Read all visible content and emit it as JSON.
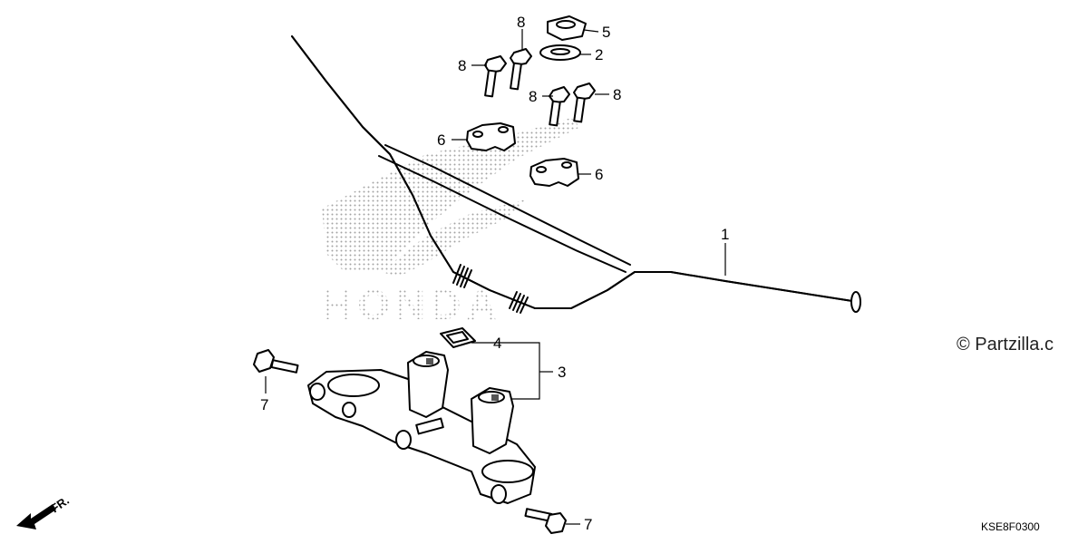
{
  "callouts": {
    "c1": "1",
    "c2": "2",
    "c3": "3",
    "c4": "4",
    "c5": "5",
    "c6a": "6",
    "c6b": "6",
    "c7a": "7",
    "c7b": "7",
    "c8a": "8",
    "c8b": "8",
    "c8c": "8",
    "c8d": "8"
  },
  "watermark": "© Partzilla.c",
  "diagram_code": "KSE8F0300",
  "direction_label": "FR.",
  "background_logo": "HONDA"
}
